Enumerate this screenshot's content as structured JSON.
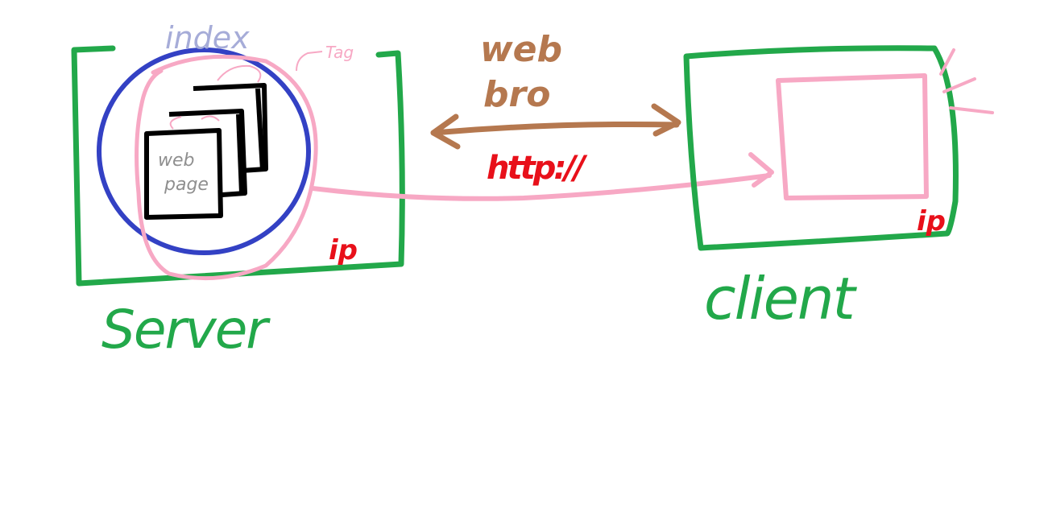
{
  "labels": {
    "index": "index",
    "tag": "Tag",
    "web_page_line1": "web",
    "web_page_line2": "page",
    "server_ip": "ip",
    "server": "Server",
    "web_browser_line1": "web",
    "web_browser_line2": "bro",
    "protocol": "http://",
    "client_ip": "ip",
    "client": "client"
  },
  "colors": {
    "green": "#22a84a",
    "blue": "#3341c4",
    "pink": "#f7a8c4",
    "black": "#000000",
    "brown": "#b5784f",
    "red": "#e8101a",
    "gray": "#8f8f8f",
    "lavender": "#a6acd8"
  }
}
